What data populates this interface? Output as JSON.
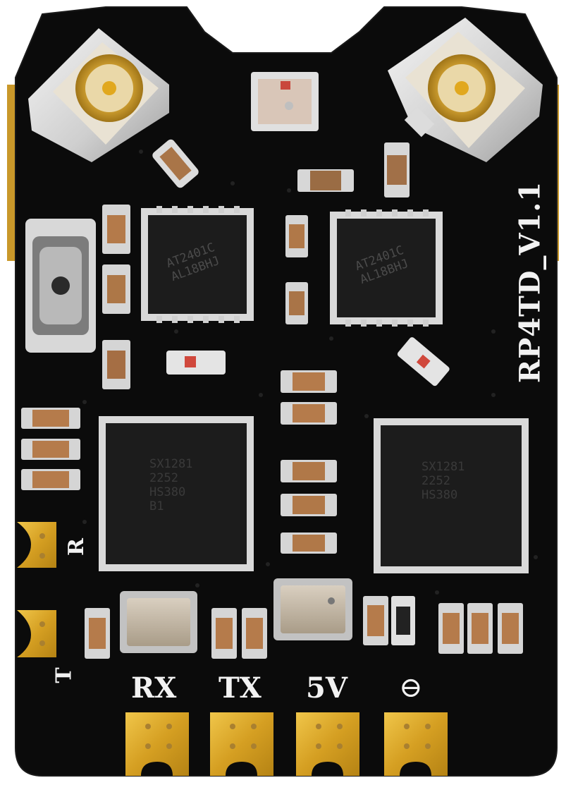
{
  "board": {
    "version": "RP4TD_V1.1",
    "side_labels": {
      "r": "R",
      "t": "T"
    },
    "pads": [
      {
        "label": "RX"
      },
      {
        "label": "TX"
      },
      {
        "label": "5V"
      },
      {
        "label": "⊖"
      }
    ],
    "rf_chips": [
      {
        "marking": "AT2401C\nAL18BHJ"
      },
      {
        "marking": "AT2401C\nAL18BHJ"
      }
    ],
    "main_chips": [
      {
        "marking": "SX1281\n2252\nHS380\nB1"
      },
      {
        "marking": "SX1281\n2252\nHS380"
      }
    ],
    "colors": {
      "pcb": "#0b0b0b",
      "gold": "#d8a62a",
      "silkscreen": "#f2f2f2",
      "chip": "#1c1c1c",
      "capacitor": "#b8794a"
    },
    "components": [
      "u-fl-connector-left",
      "u-fl-connector-right",
      "boot-button",
      "status-led",
      "crystal-oscillator-left",
      "crystal-oscillator-right"
    ]
  }
}
